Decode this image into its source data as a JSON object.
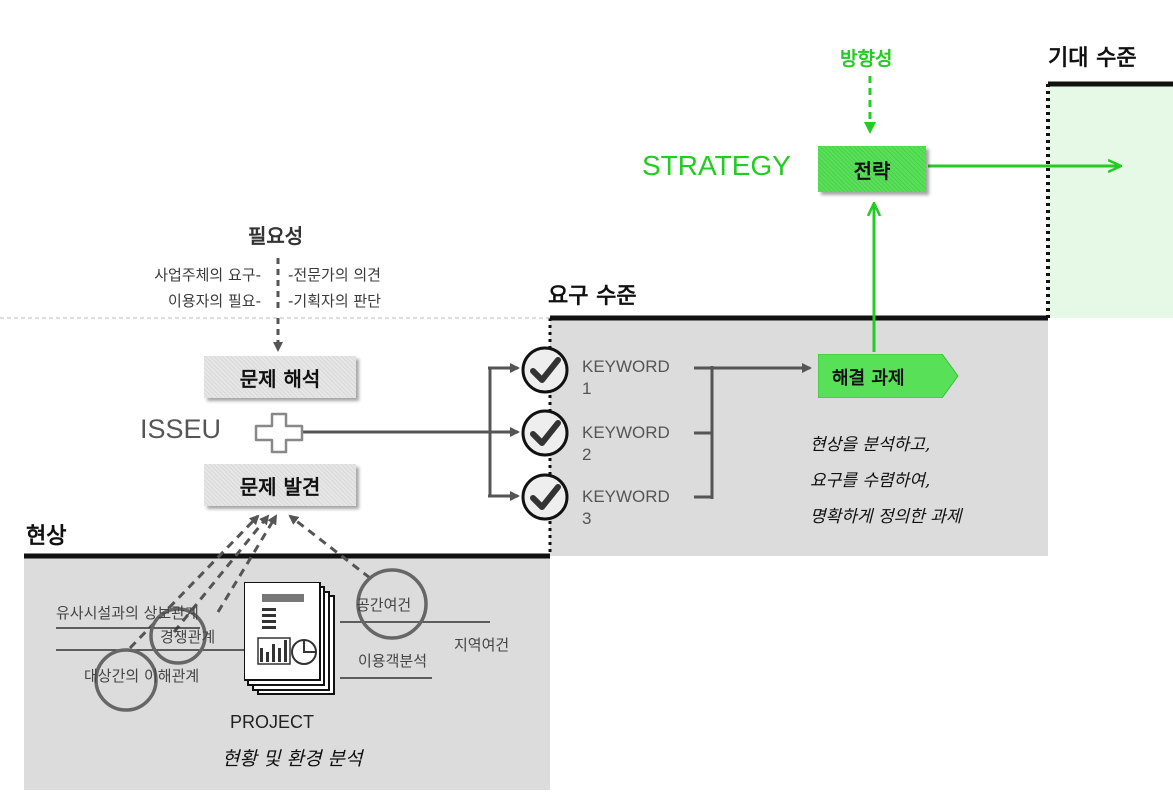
{
  "levels": {
    "current": "현상",
    "required": "요구 수준",
    "expected": "기대 수준"
  },
  "necessity": {
    "title": "필요성",
    "left_lines": [
      "사업주체의 요구-",
      "이용자의 필요-"
    ],
    "right_lines": [
      "-전문가의 의견",
      "-기획자의 판단"
    ]
  },
  "issue": {
    "label": "ISSEU",
    "interpret": "문제 해석",
    "discover": "문제 발견"
  },
  "keywords": [
    {
      "label": "KEYWORD",
      "number": "1"
    },
    {
      "label": "KEYWORD",
      "number": "2"
    },
    {
      "label": "KEYWORD",
      "number": "3"
    }
  ],
  "solution": {
    "title": "해결 과제",
    "desc_lines": [
      "현상을 분석하고,",
      "요구를 수렴하여,",
      "명확하게 정의한 과제"
    ]
  },
  "strategy": {
    "label_en": "STRATEGY",
    "label_ko": "전략",
    "direction": "방향성"
  },
  "project": {
    "title": "PROJECT",
    "subtitle": "현황 및 환경 분석",
    "factors": {
      "similar": "유사시설과의 상보관계",
      "competition": "경쟁관계",
      "stakeholder": "대상간의 이해관계",
      "space": "공간여건",
      "region": "지역여건",
      "users": "이용객분석"
    }
  },
  "colors": {
    "green": "#22cc22",
    "green_box": "#58e058",
    "panel_gray": "#dcdcdc",
    "expected_fill": "#e6f9e6",
    "line": "#555555"
  }
}
